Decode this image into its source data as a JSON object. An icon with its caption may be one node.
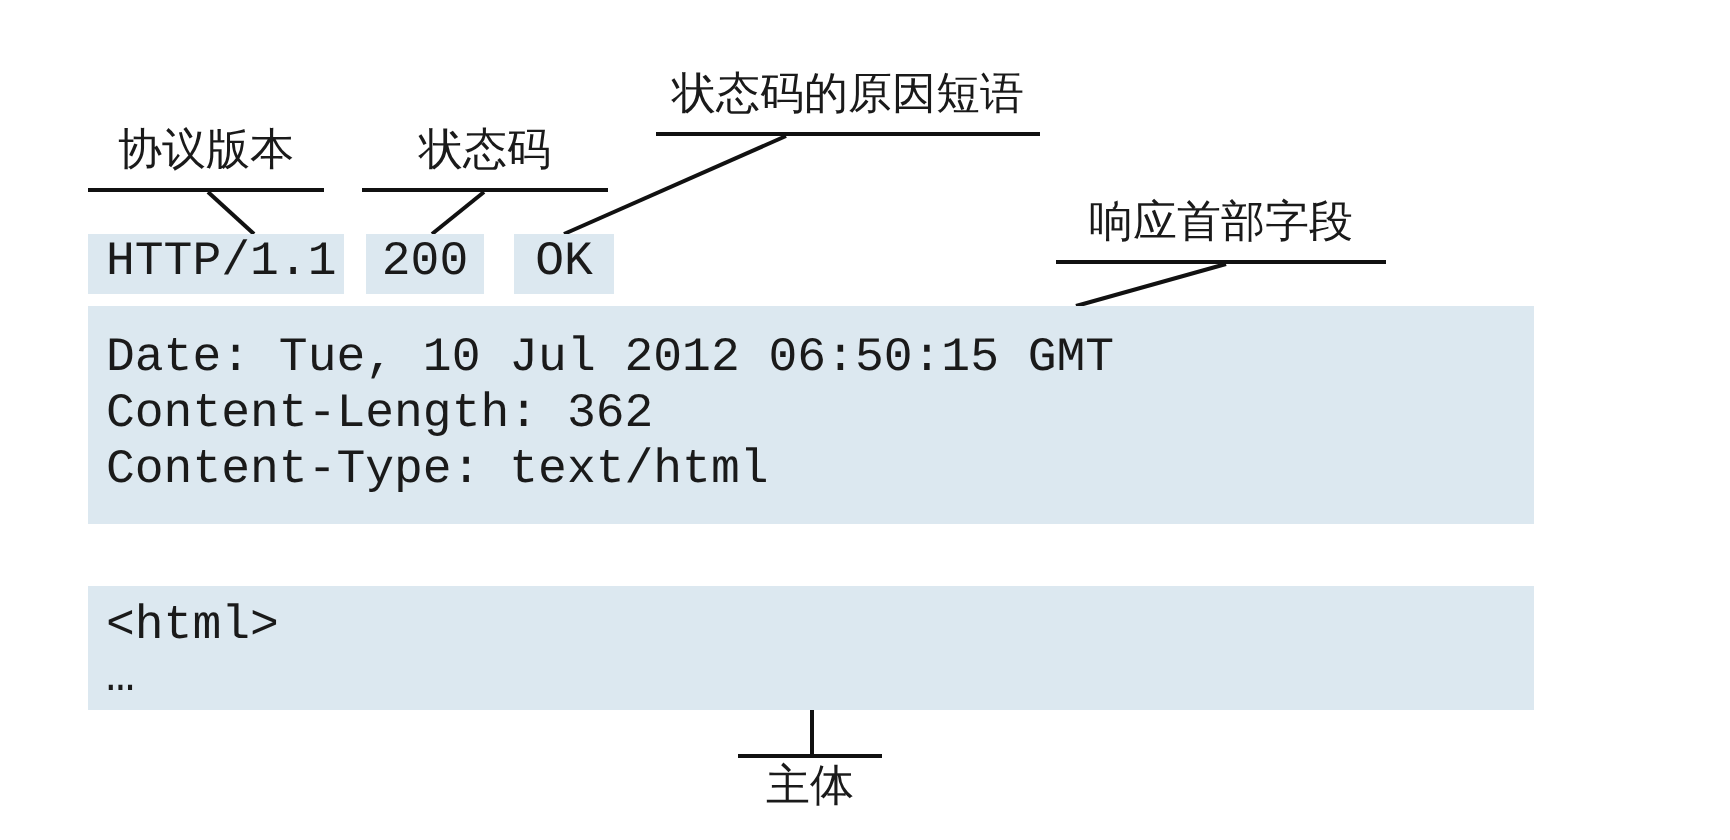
{
  "diagram": {
    "nodes": [
      {
        "text": [
          "协议版本"
        ]
      },
      {
        "text": [
          "状态码"
        ]
      },
      {
        "text": [
          "状态码的原因短语"
        ]
      },
      {
        "text": [
          "响应首部字段"
        ]
      },
      {
        "text": [
          "HTTP/1.1"
        ]
      },
      {
        "text": [
          "200"
        ]
      },
      {
        "text": [
          "OK"
        ]
      },
      {
        "text": [
          "Date: Tue, 10 Jul 2012 06:50:15 GMT",
          "Content-Length: 362",
          "Content-Type: text/html"
        ]
      },
      {
        "text": [
          "<html>",
          "…"
        ]
      },
      {
        "text": [
          "主体"
        ]
      }
    ],
    "edges": [
      {
        "from": 0,
        "to": 4,
        "arrow": "none"
      },
      {
        "from": 1,
        "to": 5,
        "arrow": "none"
      },
      {
        "from": 2,
        "to": 6,
        "arrow": "none"
      },
      {
        "from": 3,
        "to": 7,
        "arrow": "none"
      },
      {
        "from": 9,
        "to": 8,
        "arrow": "none"
      }
    ]
  }
}
